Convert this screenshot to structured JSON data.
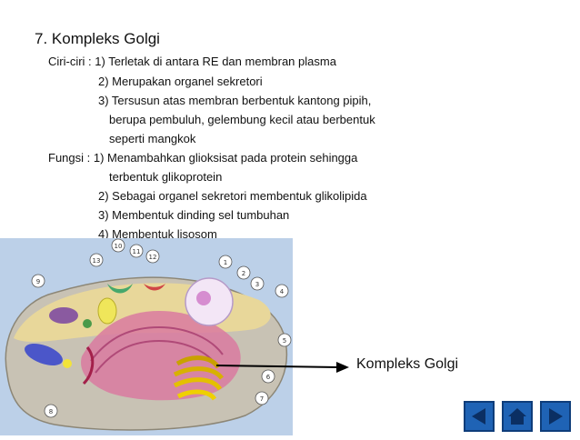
{
  "slide": {
    "title": "7. Kompleks Golgi",
    "lines": [
      "Ciri-ciri : 1) Terletak di antara RE dan membran plasma",
      "2) Merupakan organel sekretori",
      "3) Tersusun atas membran berbentuk kantong pipih,",
      "berupa pembuluh, gelembung kecil atau berbentuk",
      "seperti mangkok",
      "Fungsi  : 1) Menambahkan glioksisat pada protein sehingga",
      "terbentuk glikoprotein",
      "2) Sebagai organel sekretori membentuk glikolipida",
      "3) Membentuk dinding sel tumbuhan",
      "4) Membentuk lisosom"
    ]
  },
  "illustration": {
    "labels": [
      "1",
      "2",
      "3",
      "4",
      "5",
      "6",
      "7",
      "8",
      "9",
      "10",
      "11",
      "12",
      "13"
    ]
  },
  "caption": "Kompleks Golgi",
  "nav": {
    "prev_icon": "triangle-left-icon",
    "home_icon": "home-icon",
    "next_icon": "triangle-right-icon",
    "color": "#1f63b5"
  }
}
